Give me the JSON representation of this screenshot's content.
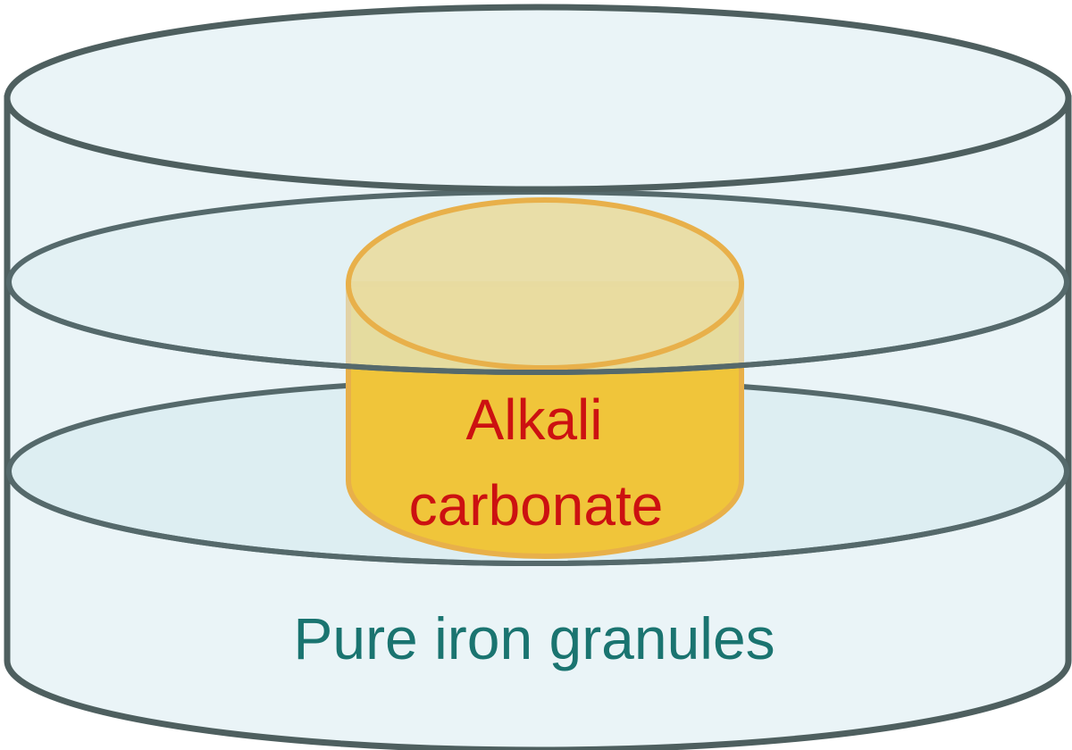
{
  "labels": {
    "core_line1": "Alkali",
    "core_line2": "carbonate",
    "outer": "Pure iron granules"
  },
  "colors": {
    "outline": "#4e5f5f",
    "container_fill": "#eaf4f7",
    "disc_fill": "#ddeef2",
    "core_top": "#e9dca0",
    "core_body": "#f0c53a",
    "core_stroke": "#e8b04a",
    "core_text": "#cc1111",
    "outer_text": "#1a7470"
  }
}
